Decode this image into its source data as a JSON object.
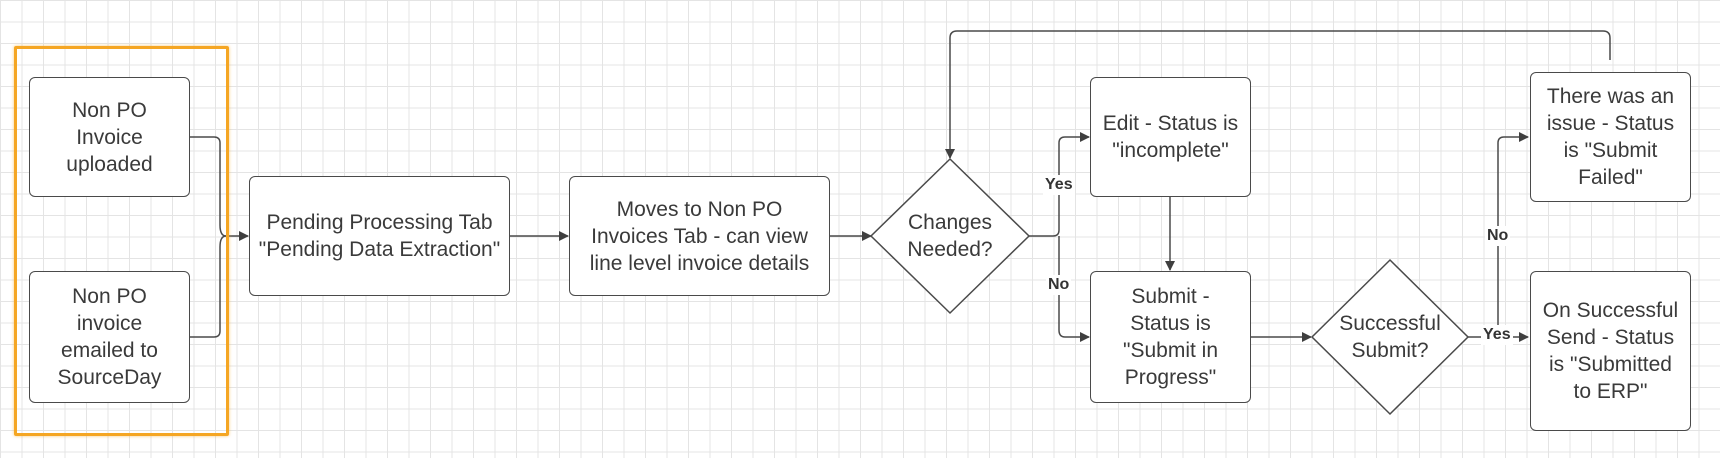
{
  "colors": {
    "stroke": "#4a4a4a",
    "text": "#3a3a3a",
    "selection": "#f5a623",
    "grid": "#e4e4e4"
  },
  "nodes": {
    "uploaded": "Non PO Invoice uploaded",
    "emailed": "Non PO invoice emailed to SourceDay",
    "pending": "Pending Processing Tab \"Pending Data Extraction\"",
    "moves": "Moves to Non PO Invoices Tab - can view line level invoice details",
    "changes": "Changes Needed?",
    "edit": "Edit - Status is \"incomplete\"",
    "submit": "Submit - Status is \"Submit in Progress\"",
    "successful": "Successful Submit?",
    "issue": "There was an issue - Status is \"Submit Failed\"",
    "on_success": "On Successful Send - Status is \"Submitted to ERP\""
  },
  "edge_labels": {
    "changes_yes": "Yes",
    "changes_no": "No",
    "success_no": "No",
    "success_yes": "Yes"
  }
}
